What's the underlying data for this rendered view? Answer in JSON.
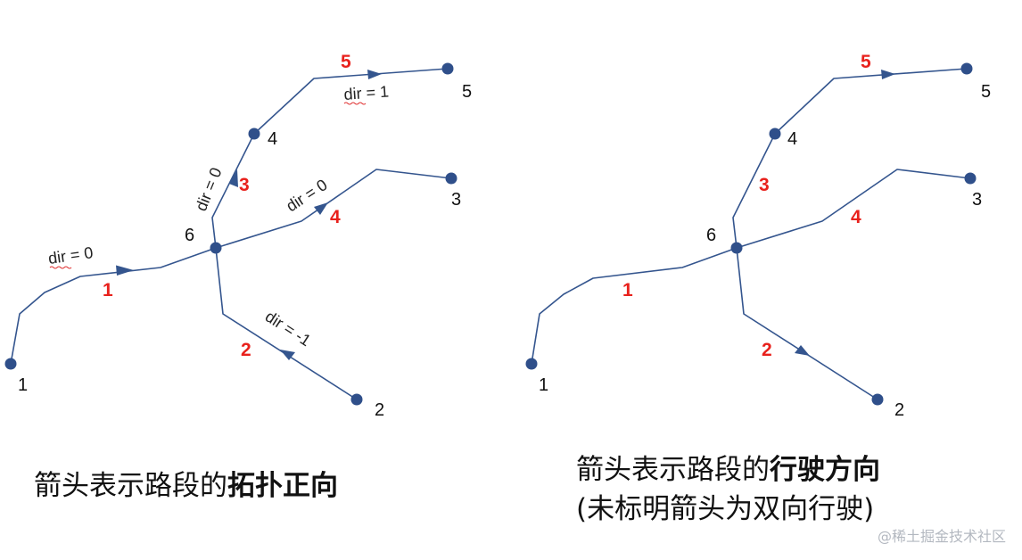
{
  "left_panel": {
    "node_labels": [
      "1",
      "2",
      "3",
      "4",
      "5",
      "6"
    ],
    "segment_labels": [
      "1",
      "2",
      "3",
      "4",
      "5"
    ],
    "dir_labels": {
      "seg1": "dir = 0",
      "seg2": "dir = -1",
      "seg3": "dir = 0",
      "seg4": "dir = 0",
      "seg5": "dir = 1"
    },
    "caption": {
      "normal": "箭头表示路段的",
      "bold": "拓扑正向"
    }
  },
  "right_panel": {
    "node_labels": [
      "1",
      "2",
      "3",
      "4",
      "5",
      "6"
    ],
    "segment_labels": [
      "1",
      "2",
      "3",
      "4",
      "5"
    ],
    "caption": {
      "line1_normal": "箭头表示路段的",
      "line1_bold": "行驶方向",
      "line2": "(未标明箭头为双向行驶)"
    }
  },
  "watermark": "@稀土掘金技术社区",
  "colors": {
    "edge": "#34558e",
    "node": "#2f4f8a",
    "segment_label": "#e8211c",
    "text": "#111111"
  }
}
